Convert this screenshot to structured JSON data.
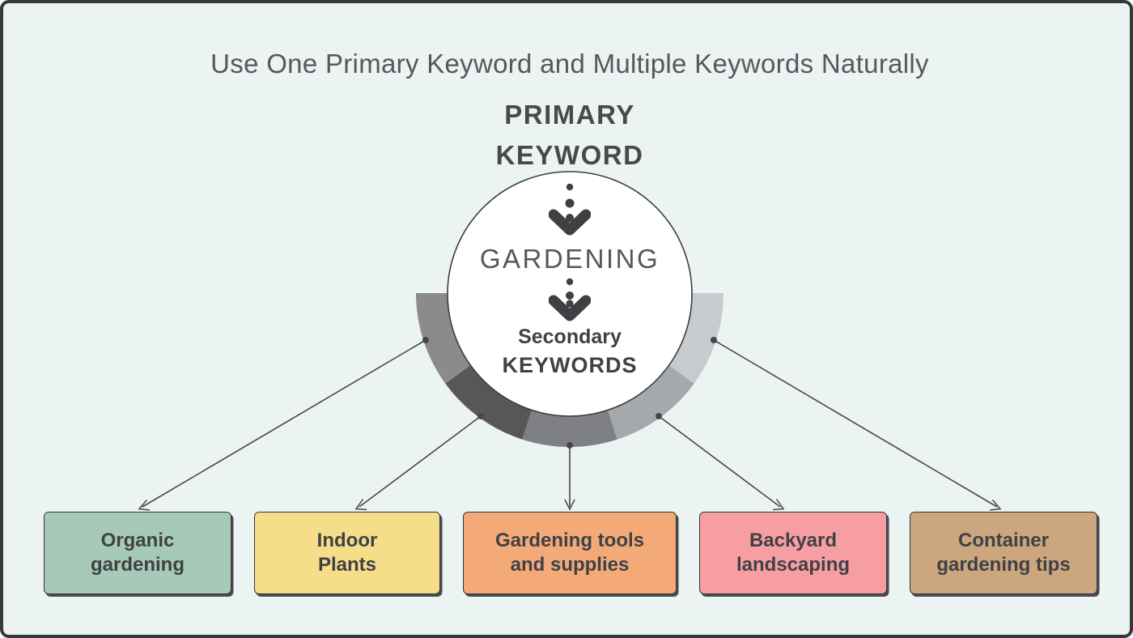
{
  "palette": {
    "background": "#ebf3f3",
    "frame_border": "#37383a",
    "connector": "#46474a",
    "text_dark": "#3f4145",
    "title_text": "#56585b",
    "circle_border": "#3d3e40",
    "circle_fill": "#ffffff"
  },
  "title": {
    "text": "Use One Primary Keyword and Multiple Keywords Naturally"
  },
  "primary_keyword_label": {
    "line1": "PRIMARY",
    "line2": "KEYWORD"
  },
  "hub": {
    "keyword": "GARDENING",
    "secondary_line1": "Secondary",
    "secondary_line2": "KEYWORDS"
  },
  "arc": {
    "segments": [
      {
        "id": "arc-segment-1",
        "color": "#8b8b8e"
      },
      {
        "id": "arc-segment-2",
        "color": "#57575a"
      },
      {
        "id": "arc-segment-3",
        "color": "#7f8084"
      },
      {
        "id": "arc-segment-4",
        "color": "#a6a9ab"
      },
      {
        "id": "arc-segment-5",
        "color": "#c7cbcd"
      }
    ]
  },
  "secondary_keywords": [
    {
      "line1": "Organic",
      "line2": "gardening",
      "color": "#a7c9b7"
    },
    {
      "line1": "Indoor",
      "line2": "Plants",
      "color": "#f6dd8a"
    },
    {
      "line1": "Gardening tools",
      "line2": "and supplies",
      "color": "#f4a979"
    },
    {
      "line1": "Backyard",
      "line2": "landscaping",
      "color": "#f79ea3"
    },
    {
      "line1": "Container",
      "line2": "gardening tips",
      "color": "#cba67f"
    }
  ]
}
